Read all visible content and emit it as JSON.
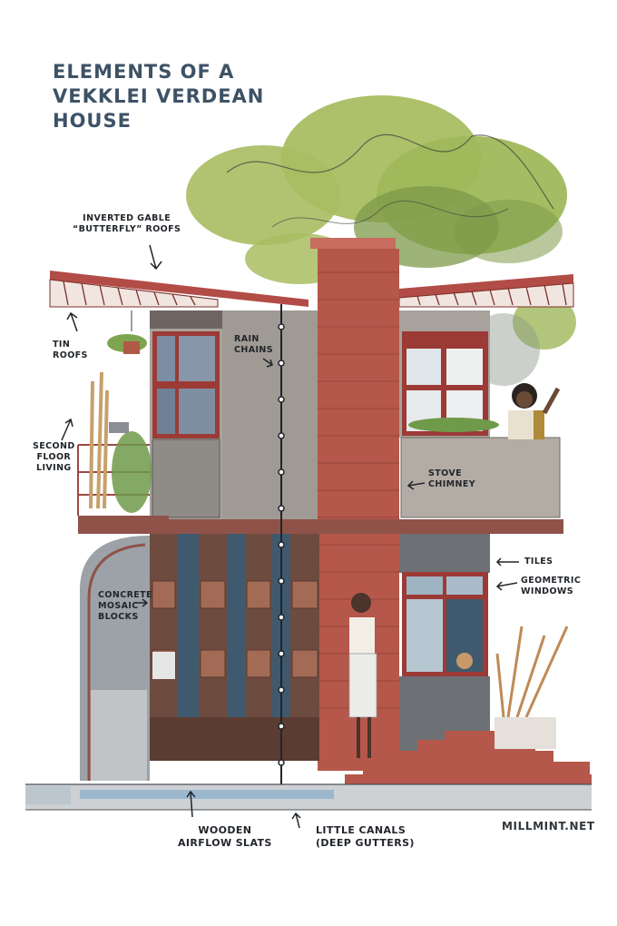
{
  "title": {
    "line1": "ELEMENTS OF A",
    "line2": "VEKKLEI VERDEAN",
    "line3": "HOUSE"
  },
  "labels": {
    "inverted_gable": {
      "line1": "INVERTED GABLE",
      "line2": "“BUTTERFLY” ROOFS"
    },
    "tin_roofs": {
      "line1": "TIN",
      "line2": "ROOFS"
    },
    "rain_chains": {
      "line1": "RAIN",
      "line2": "CHAINS"
    },
    "second_floor": {
      "line1": "SECOND",
      "line2": "FLOOR",
      "line3": "LIVING"
    },
    "stove_chimney": {
      "line1": "STOVE",
      "line2": "CHIMNEY"
    },
    "tiles": {
      "line1": "TILES"
    },
    "geometric_windows": {
      "line1": "GEOMETRIC",
      "line2": "WINDOWS"
    },
    "concrete_mosaic": {
      "line1": "CONCRETE",
      "line2": "MOSAIC",
      "line3": "BLOCKS"
    },
    "wooden_slats": {
      "line1": "WOODEN",
      "line2": "AIRFLOW SLATS"
    },
    "little_canals": {
      "line1": "LITTLE CANALS",
      "line2": "(DEEP GUTTERS)"
    }
  },
  "credit": "MILLMINT.NET",
  "colors": {
    "brick": "#b5574a",
    "roof_red": "#b24c46",
    "concrete": "#a7a29c",
    "slat_blue": "#3f5a6e",
    "tree_green": "#a9bd62",
    "tree_dark": "#7e9a4b",
    "window_frame": "#9c3a36",
    "glass": "#dfe5e8",
    "ink": "#22262b",
    "title_ink": "#3e5266"
  }
}
